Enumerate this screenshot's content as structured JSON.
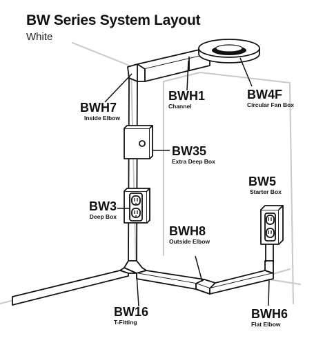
{
  "title": "BW Series System Layout",
  "subtitle": "White",
  "labels": {
    "bwh7": {
      "code": "BWH7",
      "desc": "Inside Elbow"
    },
    "bwh1": {
      "code": "BWH1",
      "desc": "Channel"
    },
    "bw4f": {
      "code": "BW4F",
      "desc": "Circular Fan Box"
    },
    "bw35": {
      "code": "BW35",
      "desc": "Extra Deep Box"
    },
    "bw5": {
      "code": "BW5",
      "desc": "Starter Box"
    },
    "bw3": {
      "code": "BW3",
      "desc": "Deep Box"
    },
    "bwh8": {
      "code": "BWH8",
      "desc": "Outside Elbow"
    },
    "bw16": {
      "code": "BW16",
      "desc": "T-Fitting"
    },
    "bwh6": {
      "code": "BWH6",
      "desc": "Flat Elbow"
    }
  },
  "colors": {
    "wall_lines": "#c8c8c8",
    "ink": "#111111"
  }
}
